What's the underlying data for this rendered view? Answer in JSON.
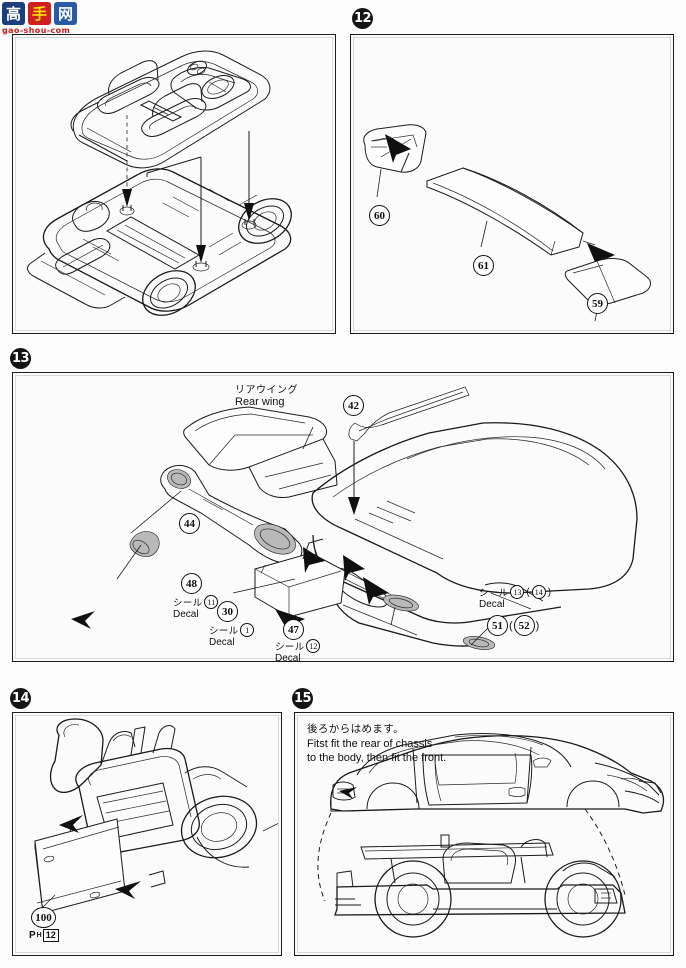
{
  "document": {
    "type": "model-kit-assembly-instruction-sheet",
    "subject": "Mazda RX-7 sports car plastic model",
    "page_background": "#fcfcfc",
    "line_color": "#1c1c1c"
  },
  "watermark": {
    "name": "gao-shou-com-logo",
    "glyph1": "高",
    "glyph2": "手",
    "glyph3": "网",
    "wordmark": "gao-shou-com",
    "colors": {
      "blue": "#1a3f7a",
      "red": "#cf1f1f",
      "yellow": "#ffe600"
    }
  },
  "panels": [
    {
      "id": "panel-11",
      "step": "",
      "caption_jp": "",
      "caption_en": "",
      "description": "chassis tub and interior fitting into body floor pan, three locating arrows",
      "callouts": []
    },
    {
      "id": "panel-12",
      "step": "12",
      "description": "rear wing blade and two end plates assembly",
      "callouts": [
        {
          "number": "60",
          "name": "wing-endplate-left"
        },
        {
          "number": "61",
          "name": "wing-blade"
        },
        {
          "number": "59",
          "name": "wing-endplate-right"
        }
      ]
    },
    {
      "id": "panel-13",
      "step": "13",
      "caption_jp": "リアウイング",
      "caption_en": "Rear wing",
      "description": "rear bumper, wing and tail lamp assembly on the rear of the body",
      "callouts": [
        {
          "number": "42",
          "name": "rear-wiper-arm"
        },
        {
          "number": "44",
          "name": "tail-lamp-garnish"
        },
        {
          "number": "48",
          "name": "side-marker",
          "decal_jp": "シール",
          "decal_en": "Decal",
          "decal_numbers": [
            "11"
          ]
        },
        {
          "number": "30",
          "name": "rear-diffuser-plate",
          "decal_jp": "シール",
          "decal_en": "Decal",
          "decal_numbers": [
            "1"
          ]
        },
        {
          "number": "47",
          "name": "rear-reflector",
          "decal_jp": "シール",
          "decal_en": "Decal",
          "decal_numbers": [
            "12"
          ]
        },
        {
          "number": "51",
          "alt_number": "52",
          "name": "rear-bumper-reflector",
          "decal_jp": "シール",
          "decal_en": "Decal",
          "decal_numbers": [
            "13",
            "14"
          ]
        }
      ]
    },
    {
      "id": "panel-14",
      "step": "14",
      "description": "rear under-tray / diffuser fitted to the rear of the chassis",
      "callouts": [
        {
          "number": "100",
          "name": "rear-undertray",
          "part_mark_prefix": "P",
          "part_mark_sub": "H",
          "part_mark_box": "12"
        }
      ]
    },
    {
      "id": "panel-15",
      "step": "15",
      "note_jp": "後ろからはめます。",
      "note_en_line1": "Fitst fit the rear of chassis",
      "note_en_line2": "to the body, then fit the front.",
      "description": "side view of finished body shell above and chassis below with dashed fitting path",
      "callouts": []
    }
  ],
  "labels": {
    "rear_wing_jp": "リアウイング",
    "rear_wing_en": "Rear wing",
    "decal_jp": "シール",
    "decal_en": "Decal"
  }
}
